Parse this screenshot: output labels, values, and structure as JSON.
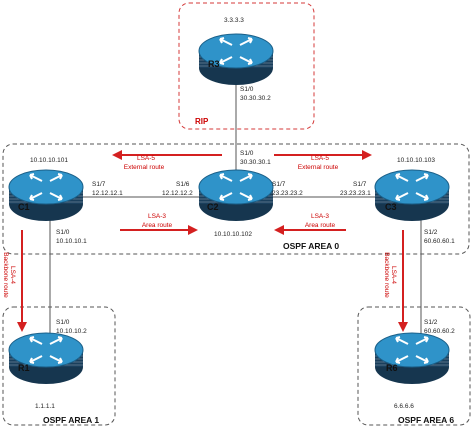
{
  "colors": {
    "arrow": "#d42020",
    "router_top": "#2f93c9",
    "router_body": "#1a3f5c",
    "area_border": "#555555",
    "rip_border": "#d43a3a"
  },
  "areas": {
    "rip": "RIP",
    "area0": "OSPF AREA 0",
    "area1": "OSPF AREA 1",
    "area6": "OSPF AREA 6"
  },
  "routers": {
    "r3": {
      "name": "R3",
      "id": "3.3.3.3"
    },
    "c1": {
      "name": "C1",
      "id": "10.10.10.101"
    },
    "c2": {
      "name": "C2",
      "id": "10.10.10.102"
    },
    "c3": {
      "name": "C3",
      "id": "10.10.10.103"
    },
    "r1": {
      "name": "R1",
      "id": "1.1.1.1"
    },
    "r6": {
      "name": "R6",
      "id": "6.6.6.6"
    }
  },
  "interfaces": {
    "r3_s10_name": "S1/0",
    "r3_s10_ip": "30.30.30.2",
    "c2_s10_name": "S1/0",
    "c2_s10_ip": "30.30.30.1",
    "c1_s17_name": "S1/7",
    "c1_s17_ip": "12.12.12.1",
    "c2_s16_name": "S1/6",
    "c2_s16_ip": "12.12.12.2",
    "c2_s17_name": "S1/7",
    "c2_s17_ip": "23.23.23.2",
    "c3_s17_name": "S1/7",
    "c3_s17_ip": "23.23.23.1",
    "c1_s10_name": "S1/0",
    "c1_s10_ip": "10.10.10.1",
    "r1_s10_name": "S1/0",
    "r1_s10_ip": "10.10.10.2",
    "c3_s12_name": "S1/2",
    "c3_s12_ip": "60.60.60.1",
    "r6_s12_name": "S1/2",
    "r6_s12_ip": "60.60.60.2"
  },
  "lsa": {
    "left5_title": "LSA-5",
    "left5_sub": "External route",
    "right5_title": "LSA-5",
    "right5_sub": "External route",
    "left3_title": "LSA-3",
    "left3_sub": "Area route",
    "right3_title": "LSA-3",
    "right3_sub": "Area route",
    "left4_title": "LSA-4",
    "left4_sub": "Backbone route",
    "right4_title": "LSA-4",
    "right4_sub": "Backbone route"
  }
}
